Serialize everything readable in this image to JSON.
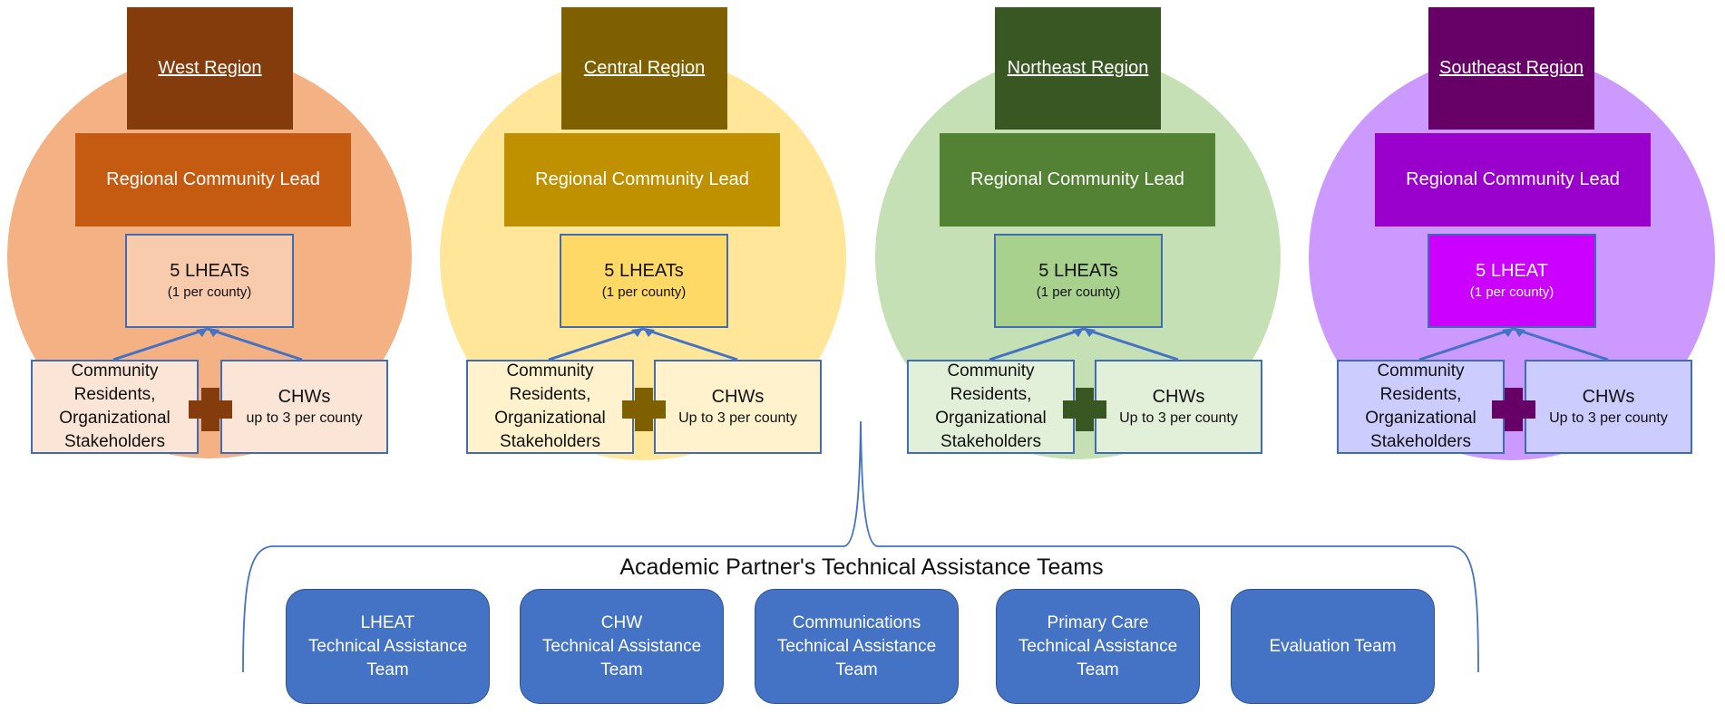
{
  "regions": [
    {
      "title": "West Region",
      "lead": "Regional Community Lead",
      "lheat_main": "5 LHEATs",
      "lheat_sub": "(1 per county)",
      "community": "Community Residents, Organizational Stakeholders",
      "chw_main": "CHWs",
      "chw_sub": "up to 3 per county",
      "colors": {
        "circle": "#f4b183",
        "title": "#843c0c",
        "lead": "#c55a11",
        "lheat": "#f8cbad",
        "lheat_text": "#111111",
        "box": "#fbe5d6",
        "plus": "#843c0c"
      }
    },
    {
      "title": "Central Region",
      "lead": "Regional Community Lead",
      "lheat_main": "5 LHEATs",
      "lheat_sub": "(1 per county)",
      "community": "Community Residents, Organizational Stakeholders",
      "chw_main": "CHWs",
      "chw_sub": "Up to 3 per county",
      "colors": {
        "circle": "#ffe699",
        "title": "#7f6000",
        "lead": "#bf9000",
        "lheat": "#ffd966",
        "lheat_text": "#111111",
        "box": "#fff2cc",
        "plus": "#7f6000"
      }
    },
    {
      "title": "Northeast Region",
      "lead": "Regional Community Lead",
      "lheat_main": "5 LHEATs",
      "lheat_sub": "(1 per county)",
      "community": "Community Residents, Organizational Stakeholders",
      "chw_main": "CHWs",
      "chw_sub": "Up to 3 per county",
      "colors": {
        "circle": "#c5e0b4",
        "title": "#385723",
        "lead": "#548235",
        "lheat": "#a9d18e",
        "lheat_text": "#111111",
        "box": "#e2f0d9",
        "plus": "#385723"
      }
    },
    {
      "title": "Southeast Region",
      "lead": "Regional Community Lead",
      "lheat_main": "5 LHEAT",
      "lheat_sub": "(1 per county)",
      "community": "Community Residents, Organizational Stakeholders",
      "chw_main": "CHWs",
      "chw_sub": "Up to 3 per county",
      "colors": {
        "circle": "#cc99ff",
        "title": "#660066",
        "lead": "#9900cc",
        "lheat": "#cc00ff",
        "lheat_text": "#ffffff",
        "box": "#ccccff",
        "plus": "#660066"
      }
    }
  ],
  "academic_title": "Academic Partner's Technical Assistance Teams",
  "teams": [
    "LHEAT\nTechnical Assistance\nTeam",
    "CHW\nTechnical Assistance\nTeam",
    "Communications\nTechnical Assistance\nTeam",
    "Primary Care\nTechnical Assistance\nTeam",
    "Evaluation Team"
  ],
  "colors": {
    "team_fill": "#4472c4",
    "connector": "#4472c4"
  }
}
